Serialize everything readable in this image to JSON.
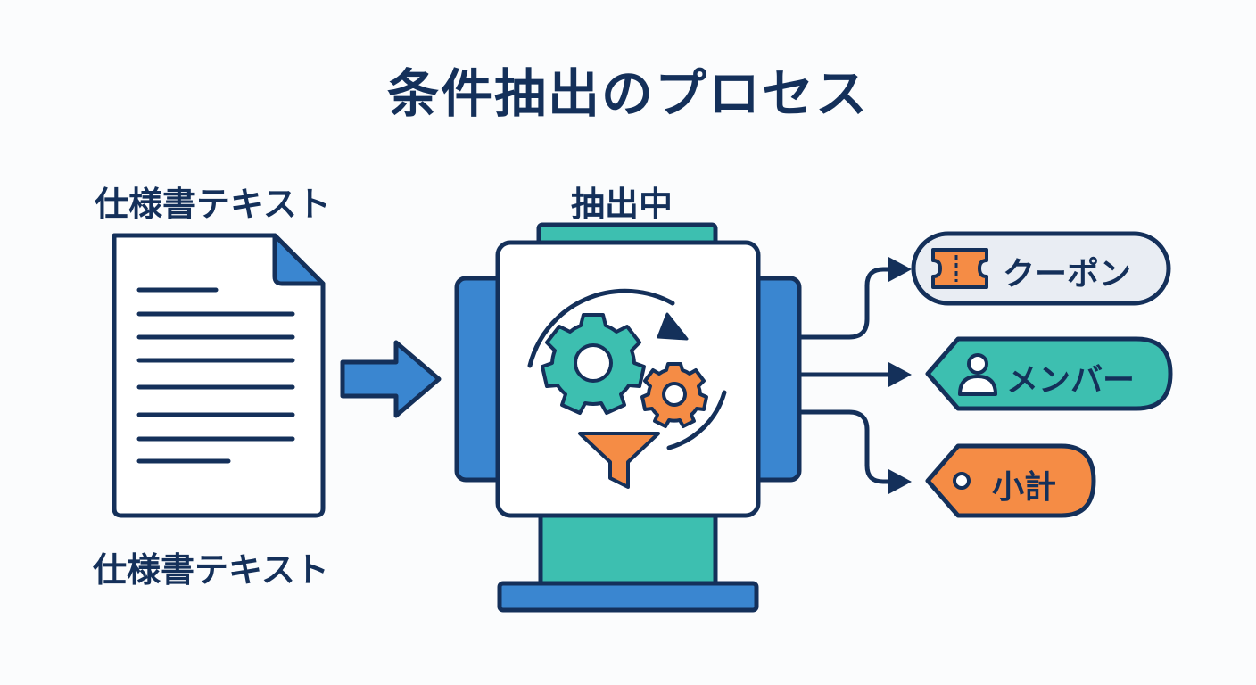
{
  "title": "条件抽出のプロセス",
  "source": {
    "label_top": "仕様書テキスト",
    "label_bottom": "仕様書テキスト"
  },
  "machine": {
    "label": "抽出中"
  },
  "outputs": [
    {
      "label": "クーポン",
      "icon": "ticket-icon",
      "color": "#e9edf3"
    },
    {
      "label": "メンバー",
      "icon": "user-icon",
      "color": "#3dbfb0"
    },
    {
      "label": "小計",
      "icon": "tag-hole-icon",
      "color": "#f58c45"
    }
  ],
  "colors": {
    "navy": "#14305a",
    "blue": "#3a86d0",
    "teal": "#3dbfb0",
    "orange": "#f58c45"
  }
}
